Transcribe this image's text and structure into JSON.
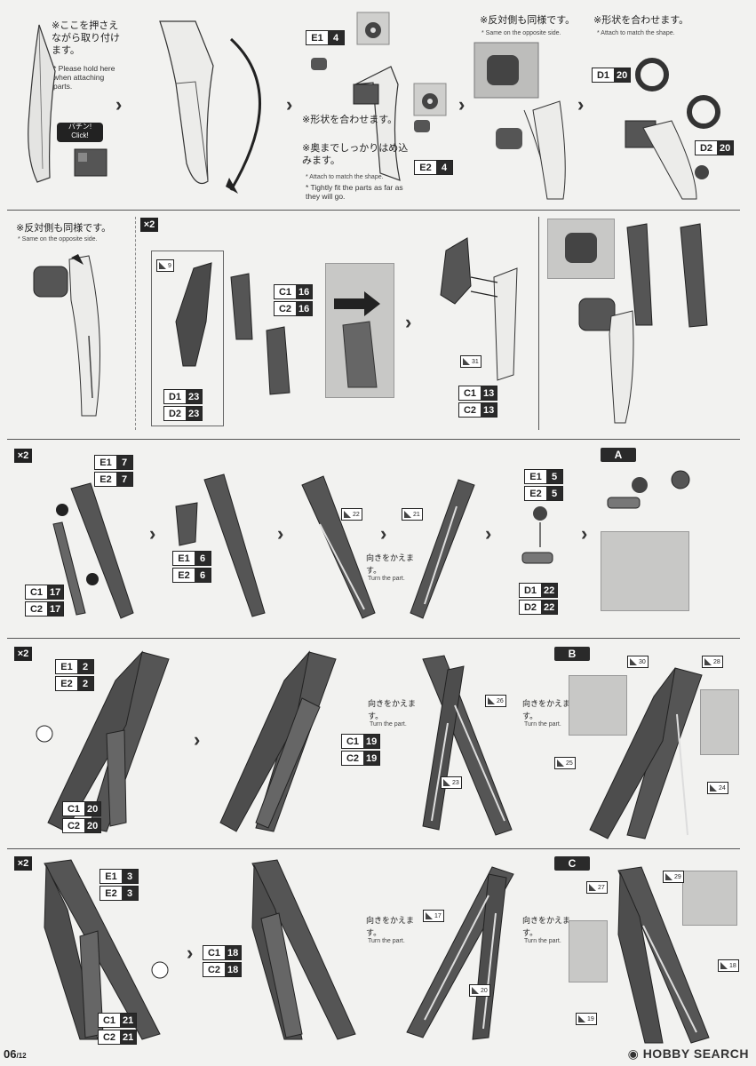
{
  "row1": {
    "note_jp": "※ここを押さえながら取り付けます。",
    "note_en": "* Please hold here when attaching parts.",
    "click_jp": "バチン!",
    "click_en": "Click!",
    "e1": {
      "runner": "E1",
      "num": "4"
    },
    "e2": {
      "runner": "E2",
      "num": "4"
    },
    "shape_jp": "※形状を合わせます。",
    "deep_jp": "※奥までしっかりはめ込みます。",
    "shape_en": "* Attach to match the shape.",
    "deep_en": "* Tightly fit the parts as far as they will go.",
    "opp_jp": "※反対側も同様です。",
    "opp_en": "* Same on the opposite side.",
    "shape2_jp": "※形状を合わせます。",
    "shape2_en": "* Attach to match the shape.",
    "d1": {
      "runner": "D1",
      "num": "20"
    },
    "d2": {
      "runner": "D2",
      "num": "20"
    }
  },
  "row2": {
    "opp_jp": "※反対側も同様です。",
    "opp_en": "* Same on the opposite side.",
    "mult": "×2",
    "sticker9": "9",
    "c1": {
      "runner": "C1",
      "num": "16"
    },
    "c2": {
      "runner": "C2",
      "num": "16"
    },
    "d1": {
      "runner": "D1",
      "num": "23"
    },
    "d2": {
      "runner": "D2",
      "num": "23"
    },
    "sticker31": "31",
    "c1b": {
      "runner": "C1",
      "num": "13"
    },
    "c2b": {
      "runner": "C2",
      "num": "13"
    }
  },
  "row3": {
    "mult": "×2",
    "e1": {
      "runner": "E1",
      "num": "7"
    },
    "e2": {
      "runner": "E2",
      "num": "7"
    },
    "c1": {
      "runner": "C1",
      "num": "17"
    },
    "c2": {
      "runner": "C2",
      "num": "17"
    },
    "e1b": {
      "runner": "E1",
      "num": "6"
    },
    "e2b": {
      "runner": "E2",
      "num": "6"
    },
    "sticker22": "22",
    "sticker21": "21",
    "turn_jp": "向きをかえます。",
    "turn_en": "Turn the part.",
    "e1c": {
      "runner": "E1",
      "num": "5"
    },
    "e2c": {
      "runner": "E2",
      "num": "5"
    },
    "d1": {
      "runner": "D1",
      "num": "22"
    },
    "d2": {
      "runner": "D2",
      "num": "22"
    },
    "label": "A"
  },
  "row4": {
    "mult": "×2",
    "e1": {
      "runner": "E1",
      "num": "2"
    },
    "e2": {
      "runner": "E2",
      "num": "2"
    },
    "c1": {
      "runner": "C1",
      "num": "20"
    },
    "c2": {
      "runner": "C2",
      "num": "20"
    },
    "c1b": {
      "runner": "C1",
      "num": "19"
    },
    "c2b": {
      "runner": "C2",
      "num": "19"
    },
    "turn_jp": "向きをかえます。",
    "turn_en": "Turn the part.",
    "sticker26": "26",
    "sticker23": "23",
    "turn2_jp": "向きをかえます。",
    "turn2_en": "Turn the part.",
    "label": "B",
    "sticker30": "30",
    "sticker28": "28",
    "sticker25": "25",
    "sticker24": "24"
  },
  "row5": {
    "mult": "×2",
    "e1": {
      "runner": "E1",
      "num": "3"
    },
    "e2": {
      "runner": "E2",
      "num": "3"
    },
    "c1": {
      "runner": "C1",
      "num": "21"
    },
    "c2": {
      "runner": "C2",
      "num": "21"
    },
    "c1b": {
      "runner": "C1",
      "num": "18"
    },
    "c2b": {
      "runner": "C2",
      "num": "18"
    },
    "turn_jp": "向きをかえます。",
    "turn_en": "Turn the part.",
    "sticker17": "17",
    "sticker20": "20",
    "turn2_jp": "向きをかえます。",
    "turn2_en": "Turn the part.",
    "label": "C",
    "sticker27": "27",
    "sticker29": "29",
    "sticker18": "18",
    "sticker19": "19"
  },
  "footer": {
    "page": "06",
    "total": "/12",
    "watermark": "HOBBY SEARCH"
  }
}
